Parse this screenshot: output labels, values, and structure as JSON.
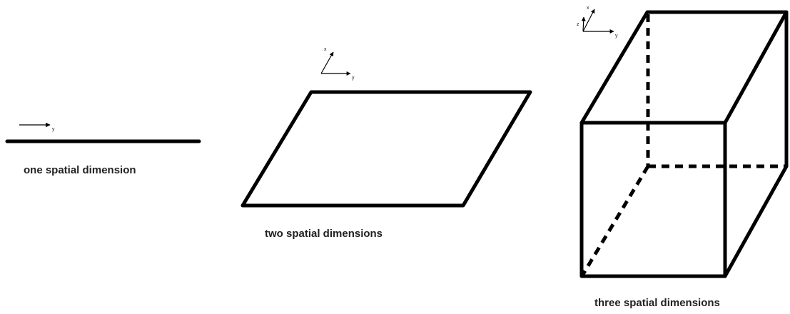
{
  "panels": {
    "one_d": {
      "caption": "one spatial dimension",
      "axes": {
        "y": "y"
      }
    },
    "two_d": {
      "caption": "two spatial dimensions",
      "axes": {
        "x": "x",
        "y": "y"
      }
    },
    "three_d": {
      "caption": "three spatial dimensions",
      "axes": {
        "x": "x",
        "y": "y",
        "z": "z"
      }
    }
  },
  "colors": {
    "ink": "#000000",
    "caption_text": "#222222",
    "background": "#ffffff"
  }
}
